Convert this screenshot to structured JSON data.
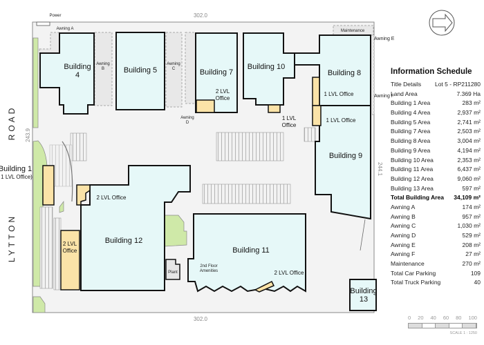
{
  "site": {
    "dim_top": "302.0",
    "dim_bottom": "302.0",
    "dim_left": "243.9",
    "dim_right": "244.1",
    "road_upper": "ROAD",
    "road_lower": "LYTTON"
  },
  "labels": {
    "power": "Power",
    "awning_a": "Awning A",
    "awning_b": [
      "Awning",
      "B"
    ],
    "awning_c": [
      "Awning",
      "C"
    ],
    "awning_d": [
      "Awning",
      "D"
    ],
    "awning_e": "Awning E",
    "awning_f": "Awning F",
    "maintenance": "Maintenance",
    "building_1": "Building 1",
    "building_1_sub": "1 LVL Office)",
    "building_4": [
      "Building",
      "4"
    ],
    "building_5": "Building 5",
    "building_7": "Building 7",
    "building_7_office": [
      "2 LVL",
      "Office"
    ],
    "building_10": "Building 10",
    "building_10_office": [
      "1 LVL",
      "Office"
    ],
    "building_8": "Building 8",
    "building_8_office": "1 LVL Office",
    "building_9_office": "1 LVL Office",
    "building_9": "Building 9",
    "building_12": "Building 12",
    "building_12_office_a": "2 LVL Office",
    "building_12_office_b": [
      "2 LVL",
      "Office"
    ],
    "plant": "Plant",
    "building_11": "Building 11",
    "amenities": [
      "2nd Floor",
      "Amenities"
    ],
    "building_11_office": "2 LVL Office",
    "building_13": [
      "Building",
      "13"
    ]
  },
  "schedule": {
    "title": "Information Schedule",
    "rows": [
      {
        "label": "Title Details",
        "value": "Lot 5 - RP211280"
      },
      {
        "label": "Land Area",
        "value": "7.369 Ha"
      },
      {
        "label": "Building 1 Area",
        "value": "283 m²"
      },
      {
        "label": "Building 4 Area",
        "value": "2,937 m²"
      },
      {
        "label": "Building 5 Area",
        "value": "2,741 m²"
      },
      {
        "label": "Building 7 Area",
        "value": "2,503 m²"
      },
      {
        "label": "Building 8 Area",
        "value": "3,004 m²"
      },
      {
        "label": "Building 9 Area",
        "value": "4,194 m²"
      },
      {
        "label": "Building 10 Area",
        "value": "2,353 m²"
      },
      {
        "label": "Building 11 Area",
        "value": "6,437 m²"
      },
      {
        "label": "Building 12 Area",
        "value": "9,060 m²"
      },
      {
        "label": "Building 13 Area",
        "value": "597 m²"
      },
      {
        "label": "Total Building Area",
        "value": "34,109 m²"
      },
      {
        "label": "Awning A",
        "value": "174 m²"
      },
      {
        "label": "Awning B",
        "value": "957 m²"
      },
      {
        "label": "Awning C",
        "value": "1,030 m²"
      },
      {
        "label": "Awning D",
        "value": "529 m²"
      },
      {
        "label": "Awning E",
        "value": "208 m²"
      },
      {
        "label": "Awning F",
        "value": "27 m²"
      },
      {
        "label": "Maintenance",
        "value": "270 m²"
      },
      {
        "label": "Total Car Parking",
        "value": "109"
      },
      {
        "label": "Total Truck Parking",
        "value": "40"
      }
    ]
  },
  "scale": {
    "ticks": [
      "0",
      "20",
      "40",
      "60",
      "80",
      "100"
    ],
    "caption": "SCALE 1 : 1250"
  },
  "colors": {
    "building": "#e6f8f8",
    "office": "#fbe3a8",
    "landscape": "#cfe9a8",
    "awning": "#e8e8e8"
  }
}
